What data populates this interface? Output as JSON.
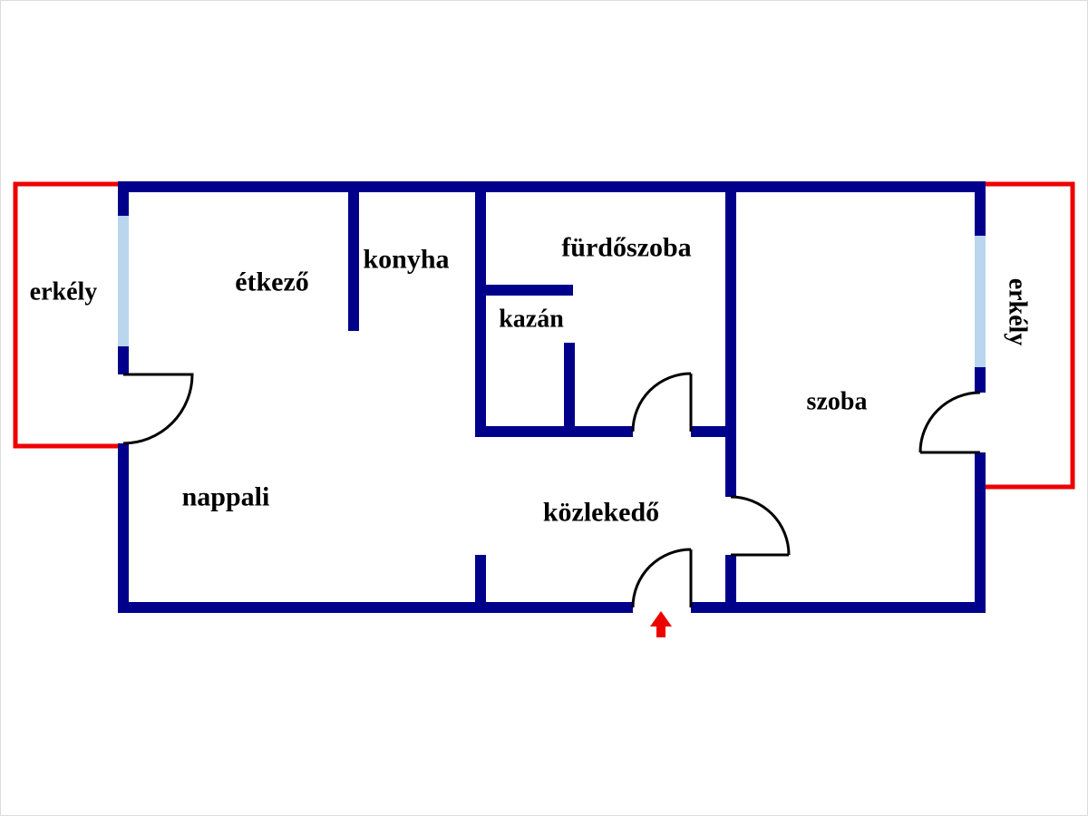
{
  "title": "apartment-floorplan",
  "colors": {
    "wall": "#00008b",
    "balcony": "#ee0000",
    "window": "#b9d6ee",
    "door_arc": "#000000",
    "entrance_arrow": "#ee0000",
    "label": "#000000",
    "background": "#ffffff"
  },
  "rooms": {
    "balcony_left": {
      "label": "erkély"
    },
    "dining": {
      "label": "étkező"
    },
    "kitchen": {
      "label": "konyha"
    },
    "bathroom": {
      "label": "fürdőszoba"
    },
    "boiler": {
      "label": "kazán"
    },
    "room": {
      "label": "szoba"
    },
    "balcony_right": {
      "label": "erkély"
    },
    "living": {
      "label": "nappali"
    },
    "hallway": {
      "label": "közlekedő"
    }
  }
}
